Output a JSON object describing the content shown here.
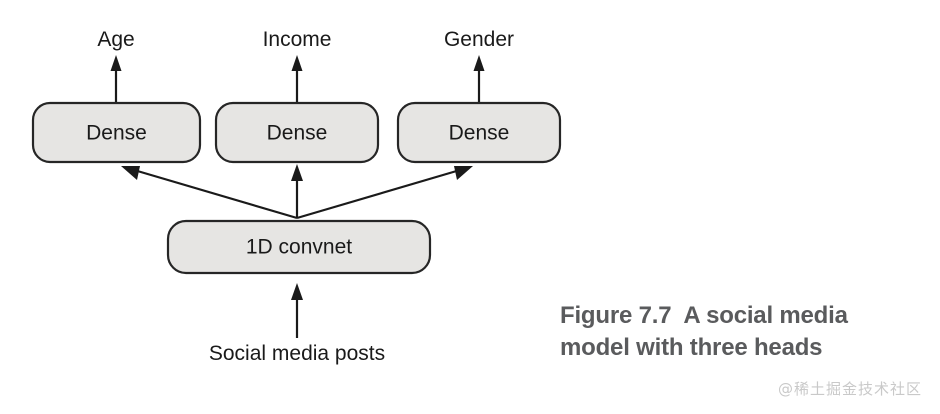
{
  "figure": {
    "caption_label": "Figure 7.7",
    "caption_text": "A social media model with three heads",
    "caption_line1": "Figure 7.7",
    "caption_line2": "A social media",
    "caption_line3": "model with three heads",
    "watermark": "@稀土掘金技术社区",
    "colors": {
      "box_fill": "#e6e5e3",
      "box_stroke": "#262626",
      "edge": "#1a1a1a",
      "caption_text": "#5a5b5d",
      "watermark_text": "#c9c9c9",
      "background": "#ffffff"
    }
  },
  "diagram": {
    "type": "flow-diagram",
    "direction": "bottom-to-top",
    "input_label": "Social media posts",
    "trunk": {
      "id": "convnet",
      "label": "1D convnet"
    },
    "heads": [
      {
        "id": "head-age",
        "box_label": "Dense",
        "output_label": "Age"
      },
      {
        "id": "head-income",
        "box_label": "Dense",
        "output_label": "Income"
      },
      {
        "id": "head-gender",
        "box_label": "Dense",
        "output_label": "Gender"
      }
    ],
    "edges": [
      {
        "from": "Social media posts",
        "to": "1D convnet"
      },
      {
        "from": "1D convnet",
        "to": "Dense (Age)"
      },
      {
        "from": "1D convnet",
        "to": "Dense (Income)"
      },
      {
        "from": "1D convnet",
        "to": "Dense (Gender)"
      },
      {
        "from": "Dense (Age)",
        "to": "Age"
      },
      {
        "from": "Dense (Income)",
        "to": "Income"
      },
      {
        "from": "Dense (Gender)",
        "to": "Gender"
      }
    ]
  }
}
